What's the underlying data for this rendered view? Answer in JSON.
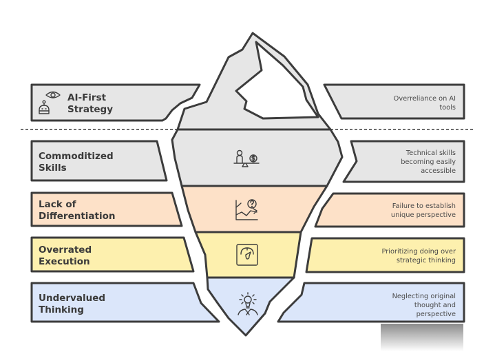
{
  "colors": {
    "tip": "#e6e6e6",
    "gray": "#e6e6e6",
    "peach": "#fde1c8",
    "yellow": "#fdf0ae",
    "blue": "#dbe6fa",
    "outline": "#3c3c3c"
  },
  "layers": [
    {
      "label": "AI-First Strategy",
      "label_lines": [
        "AI-First",
        "Strategy"
      ],
      "description_lines": [
        "Overreliance on AI",
        "tools"
      ],
      "icon": "eye-robot-icon",
      "color": "gray"
    },
    {
      "label": "Commoditized Skills",
      "label_lines": [
        "Commoditized",
        "Skills"
      ],
      "description_lines": [
        "Technical skills",
        "becoming easily",
        "accessible"
      ],
      "icon": "person-scale-dollar-icon",
      "color": "gray"
    },
    {
      "label": "Lack of Differentiation",
      "label_lines": [
        "Lack of",
        "Differentiation"
      ],
      "description_lines": [
        "Failure to establish",
        "unique perspective"
      ],
      "icon": "chart-question-icon",
      "color": "peach"
    },
    {
      "label": "Overrated Execution",
      "label_lines": [
        "Overrated",
        "Execution"
      ],
      "description_lines": [
        "Prioritizing doing over",
        "strategic thinking"
      ],
      "icon": "gauge-icon",
      "color": "yellow"
    },
    {
      "label": "Undervalued Thinking",
      "label_lines": [
        "Undervalued",
        "Thinking"
      ],
      "description_lines": [
        "Neglecting original",
        "thought and",
        "perspective"
      ],
      "icon": "person-lightbulb-icon",
      "color": "blue"
    }
  ]
}
